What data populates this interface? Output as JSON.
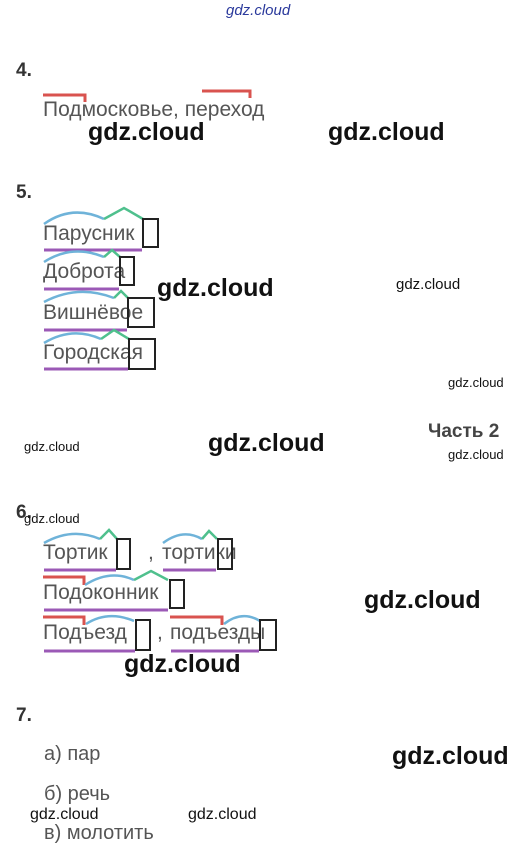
{
  "watermark": "gdz.cloud",
  "part_label": "Часть 2",
  "task4": {
    "number": "4.",
    "text": "Подмосковье, переход"
  },
  "task5": {
    "number": "5.",
    "words": [
      "Парусник",
      "Доброта",
      "Вишнёвое",
      "Городская"
    ]
  },
  "task6": {
    "number": "6.",
    "line1": {
      "a": "Тортик",
      "sep": ",",
      "b": "тортики"
    },
    "line2": {
      "a": "Подоконник"
    },
    "line3": {
      "a": "Подъезд",
      "sep": ",",
      "b": "подъезды"
    }
  },
  "task7": {
    "number": "7.",
    "items": [
      "а) пар",
      "б) речь",
      "в) молотить"
    ]
  },
  "colors": {
    "prefix_red": "#d9534f",
    "root_blue": "#6fb3d9",
    "suffix_green": "#4fc08d",
    "stem_purple": "#9b59b6",
    "ending_box": "#222222"
  }
}
